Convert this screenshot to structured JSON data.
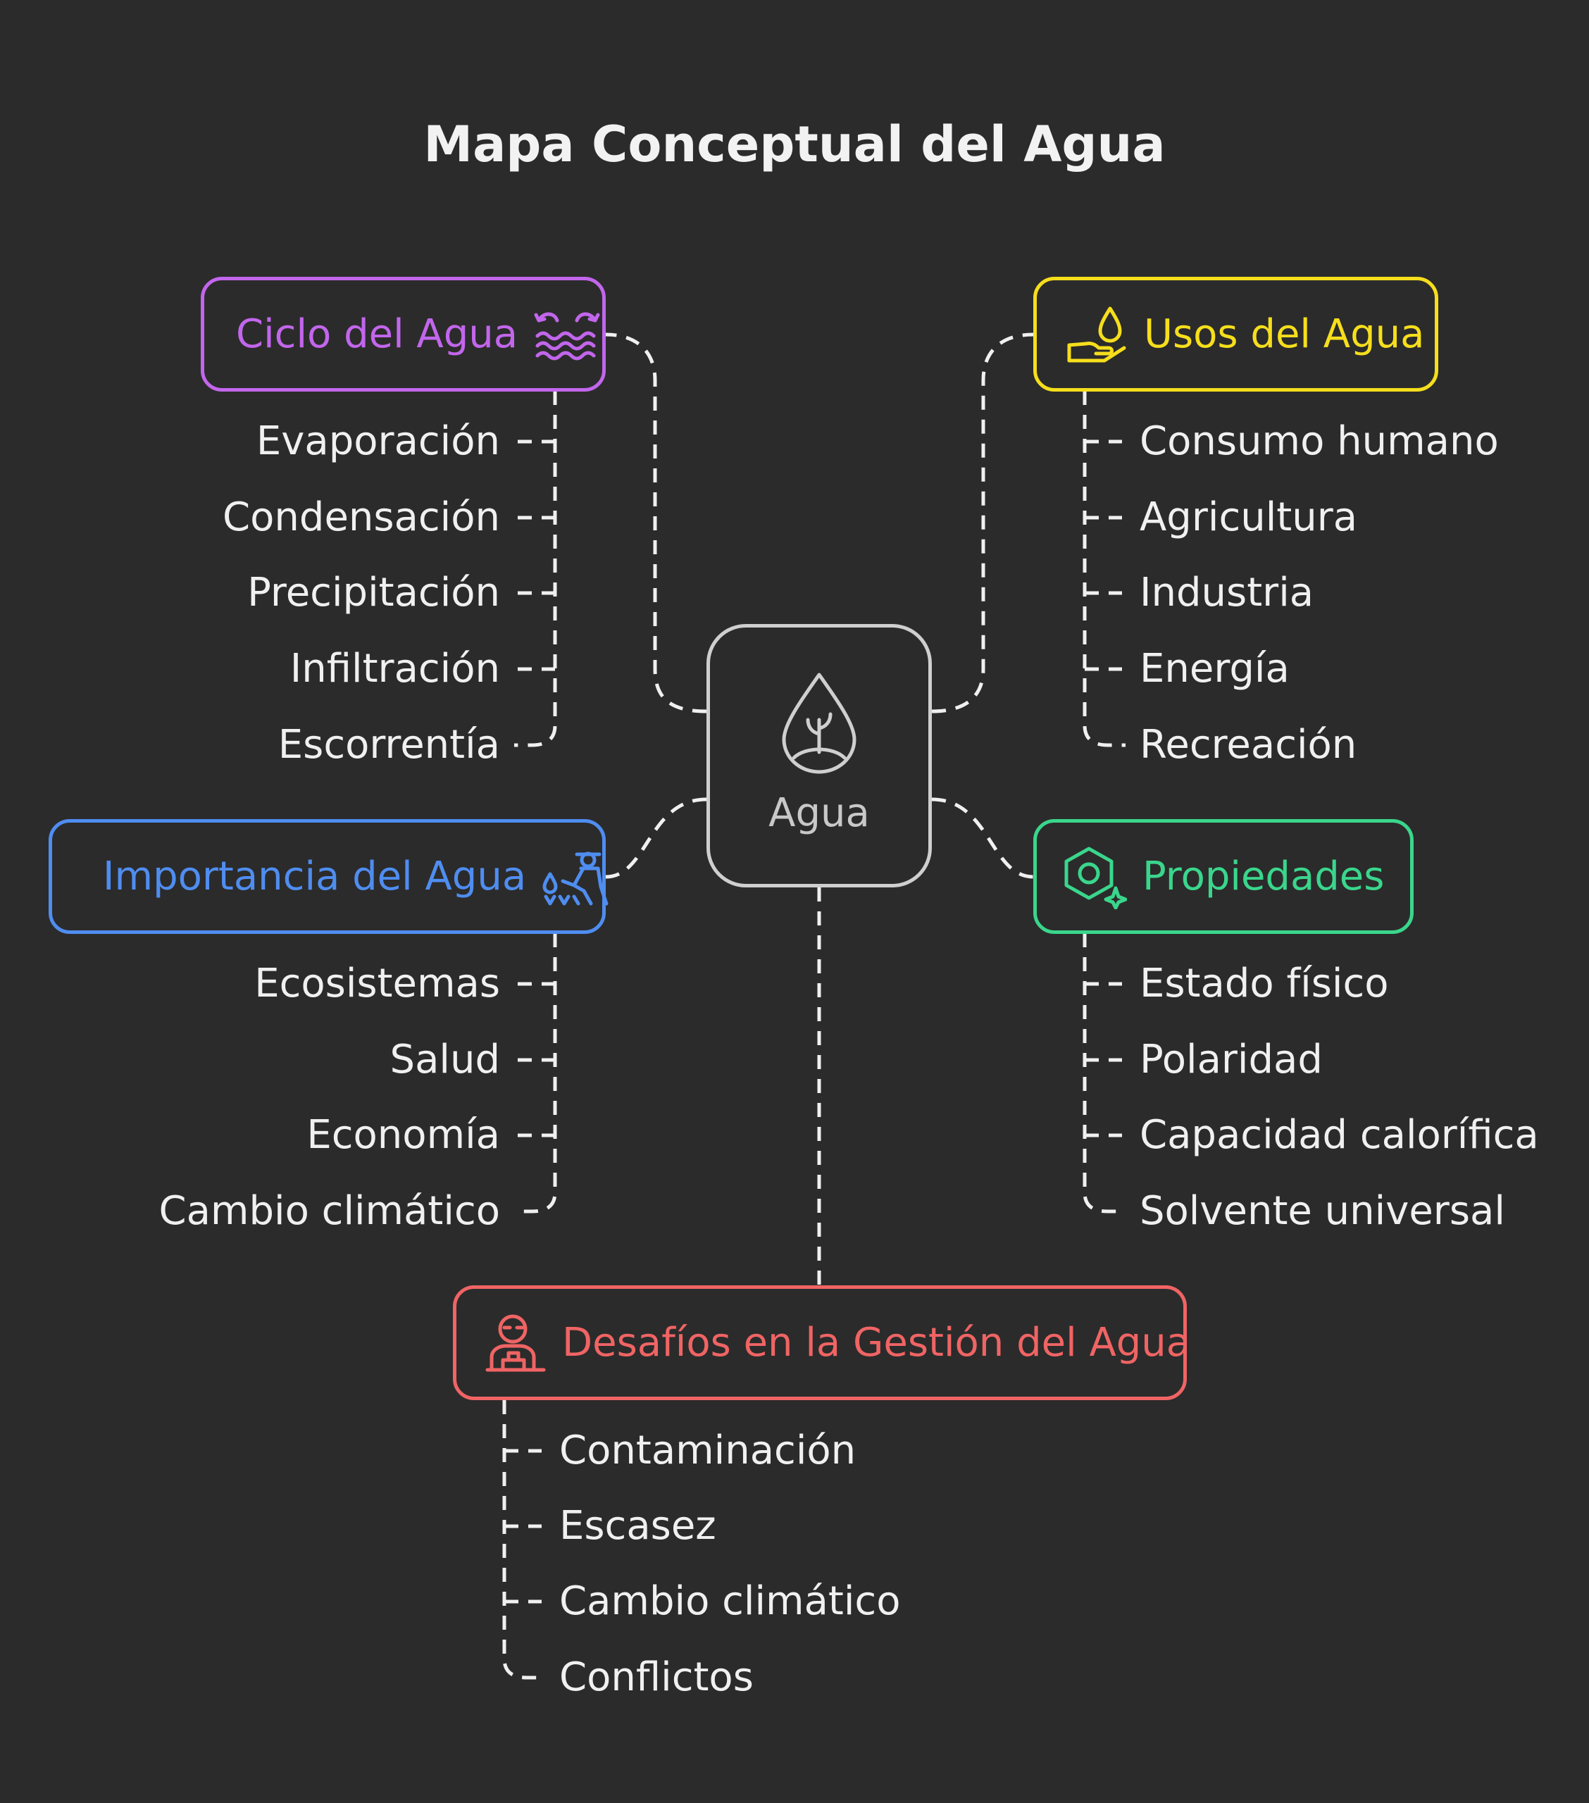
{
  "title": "Mapa Conceptual del Agua",
  "center": {
    "label": "Agua",
    "icon": "water-drop-plant-icon",
    "color": "#cfcfcf"
  },
  "branches": {
    "ciclo": {
      "label": "Ciclo del Agua",
      "icon": "water-cycle-icon",
      "color": "#c266ec",
      "items": [
        "Evaporación",
        "Condensación",
        "Precipitación",
        "Infiltración",
        "Escorrentía"
      ]
    },
    "usos": {
      "label": "Usos del Agua",
      "icon": "hand-water-drop-icon",
      "color": "#f6de1c",
      "items": [
        "Consumo humano",
        "Agricultura",
        "Industria",
        "Energía",
        "Recreación"
      ]
    },
    "importancia": {
      "label": "Importancia del Agua",
      "icon": "farmer-watering-icon",
      "color": "#4f8df0",
      "items": [
        "Ecosistemas",
        "Salud",
        "Economía",
        "Cambio climático"
      ]
    },
    "propiedades": {
      "label": "Propiedades",
      "icon": "molecule-sparkle-icon",
      "color": "#3ad68c",
      "items": [
        "Estado físico",
        "Polaridad",
        "Capacidad calorífica",
        "Solvente universal"
      ]
    },
    "desafios": {
      "label": "Desafíos en la Gestión del Agua",
      "icon": "worker-desk-icon",
      "color": "#f06464",
      "items": [
        "Contaminación",
        "Escasez",
        "Cambio climático",
        "Conflictos"
      ]
    }
  }
}
